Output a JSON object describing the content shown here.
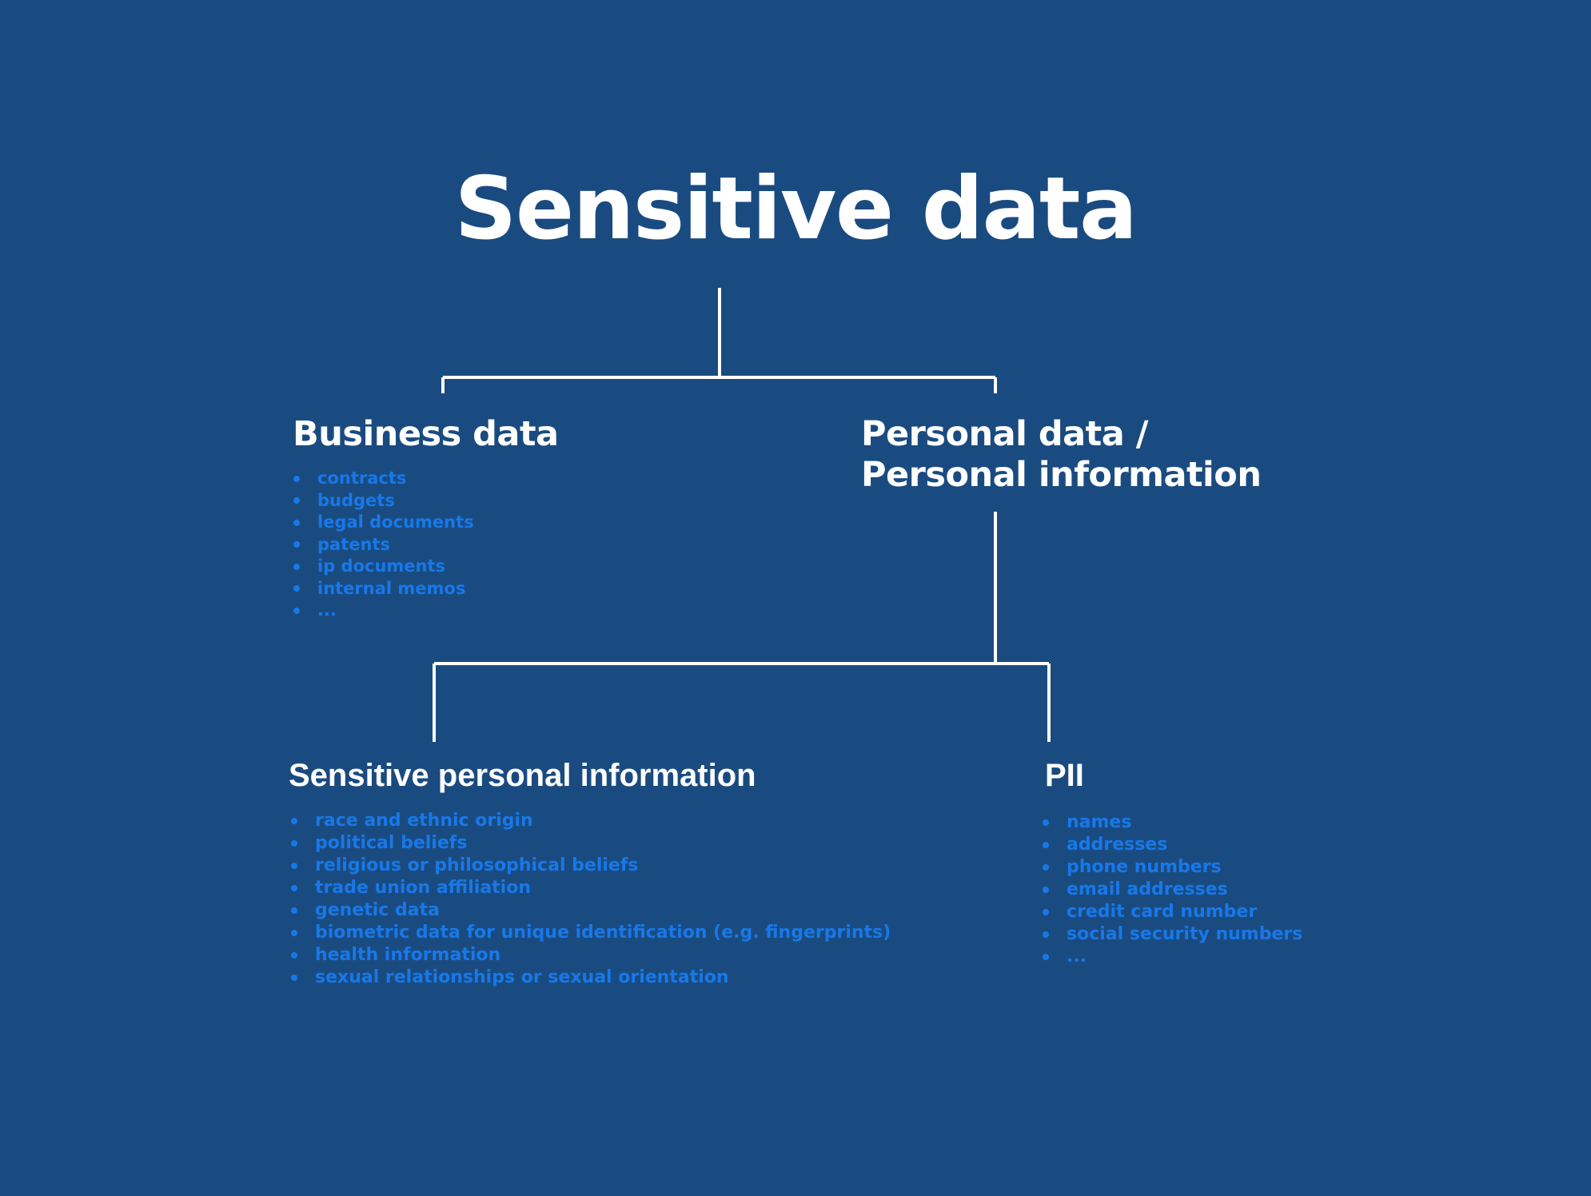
{
  "colors": {
    "background": "#1a4b80",
    "heading_text": "#ffffff",
    "bullet_text": "#1878e8",
    "connector_line": "#ffffff"
  },
  "diagram": {
    "root": {
      "label": "Sensitive data"
    },
    "level1": [
      {
        "id": "business-data",
        "label": "Business data",
        "items": [
          "contracts",
          "budgets",
          "legal documents",
          "patents",
          "ip documents",
          "internal memos",
          "..."
        ]
      },
      {
        "id": "personal-data",
        "label": "Personal data /\nPersonal information",
        "items": []
      }
    ],
    "level2": [
      {
        "id": "sensitive-personal-information",
        "label": "Sensitive personal information",
        "items": [
          "race and ethnic origin",
          "political beliefs",
          "religious or philosophical beliefs",
          "trade union affiliation",
          "genetic data",
          "biometric data for unique identification (e.g. fingerprints)",
          "health information",
          "sexual relationships or sexual orientation"
        ]
      },
      {
        "id": "pii",
        "label": "PII",
        "items": [
          "names",
          "addresses",
          "phone numbers",
          "email addresses",
          "credit card number",
          "social security numbers",
          "..."
        ]
      }
    ]
  }
}
